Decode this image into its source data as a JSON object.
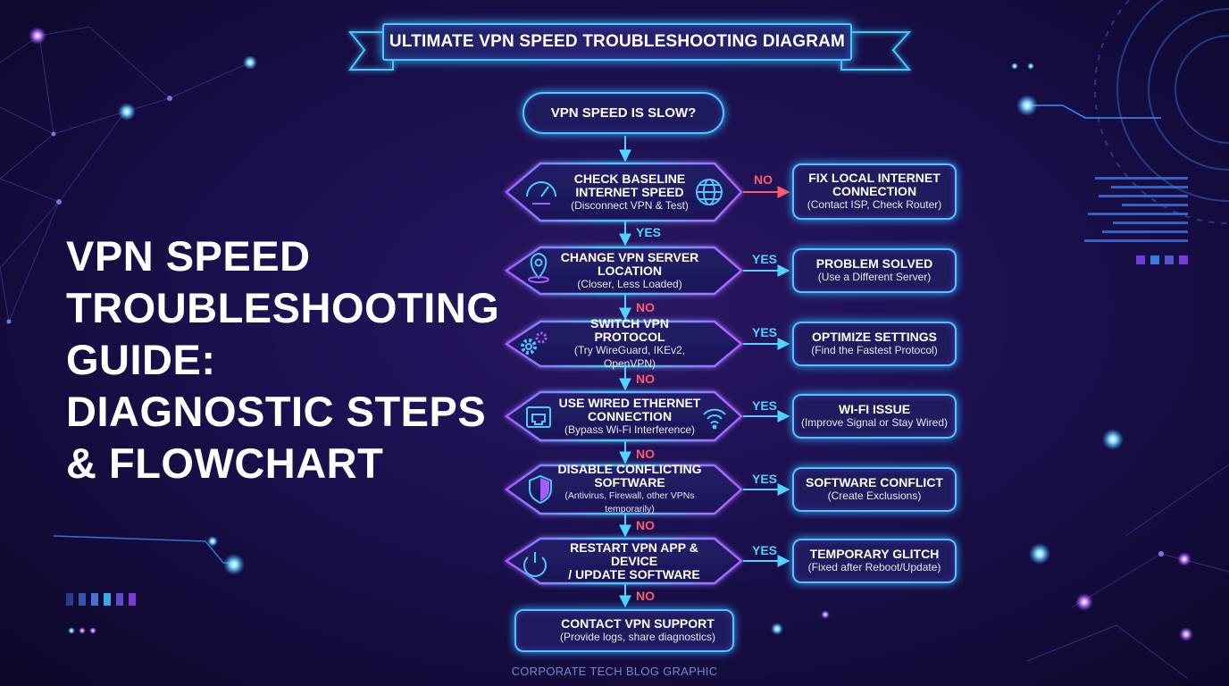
{
  "banner": {
    "title": "ULTIMATE VPN SPEED TROUBLESHOOTING DIAGRAM"
  },
  "page": {
    "title_lines": [
      "VPN SPEED",
      "TROUBLESHOOTING",
      "GUIDE:",
      "DIAGNOSTIC STEPS",
      "& FLOWCHART"
    ],
    "footer": "CORPORATE TECH BLOG GRAPHIC"
  },
  "flow": {
    "start": "VPN SPEED IS SLOW?",
    "steps": [
      {
        "title": [
          "CHECK BASELINE",
          "INTERNET SPEED"
        ],
        "subtitle": "(Disconnect VPN & Test)",
        "side_label": "NO",
        "outcome": {
          "title": [
            "FIX LOCAL INTERNET",
            "CONNECTION"
          ],
          "subtitle": "(Contact ISP, Check Router)"
        },
        "down_label": "YES"
      },
      {
        "title": [
          "CHANGE VPN SERVER",
          "LOCATION"
        ],
        "subtitle": "(Closer, Less Loaded)",
        "side_label": "YES",
        "outcome": {
          "title": [
            "PROBLEM SOLVED"
          ],
          "subtitle": "(Use a Different Server)"
        },
        "down_label": "NO"
      },
      {
        "title": [
          "SWITCH VPN PROTOCOL"
        ],
        "subtitle": "(Try WireGuard, IKEv2, OpenVPN)",
        "side_label": "YES",
        "outcome": {
          "title": [
            "OPTIMIZE SETTINGS"
          ],
          "subtitle": "(Find the Fastest Protocol)"
        },
        "down_label": "NO"
      },
      {
        "title": [
          "USE WIRED ETHERNET",
          "CONNECTION"
        ],
        "subtitle": "(Bypass Wi-Fi Interference)",
        "side_label": "YES",
        "outcome": {
          "title": [
            "WI-FI ISSUE"
          ],
          "subtitle": "(Improve Signal or Stay Wired)"
        },
        "down_label": "NO"
      },
      {
        "title": [
          "DISABLE CONFLICTING",
          "SOFTWARE"
        ],
        "subtitle": "(Antivirus, Firewall, other VPNs temporarily)",
        "side_label": "YES",
        "outcome": {
          "title": [
            "SOFTWARE CONFLICT"
          ],
          "subtitle": "(Create Exclusions)"
        },
        "down_label": "NO"
      },
      {
        "title": [
          "RESTART VPN APP & DEVICE",
          "/ UPDATE SOFTWARE"
        ],
        "subtitle": "",
        "side_label": "YES",
        "outcome": {
          "title": [
            "TEMPORARY GLITCH"
          ],
          "subtitle": "(Fixed after Reboot/Update)"
        },
        "down_label": "NO"
      }
    ],
    "end": {
      "title": "CONTACT VPN SUPPORT",
      "subtitle": "(Provide logs, share diagnostics)"
    }
  },
  "icons": [
    "speedometer-icon",
    "globe-icon",
    "location-pin-icon",
    "gears-icon",
    "ethernet-port-icon",
    "wifi-icon",
    "shield-icon",
    "power-icon",
    "support-agent-icon"
  ],
  "colors": {
    "background": "#1b1050",
    "cyan_glow": "#48c9ff",
    "purple_glow": "#a35cff",
    "yes": "#4fd3ff",
    "no": "#ff5a6e"
  }
}
